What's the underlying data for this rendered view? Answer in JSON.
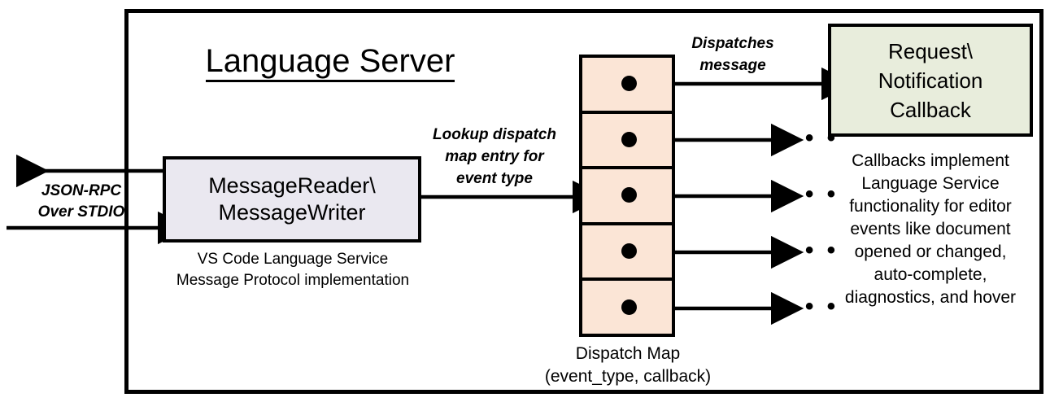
{
  "diagram": {
    "title": "Language Server",
    "boundary_name": "language-server-boundary"
  },
  "external_io": {
    "label_line1": "JSON-RPC",
    "label_line2": "Over STDIO",
    "outgoing_arrow": "arrow-left-out",
    "incoming_arrow": "arrow-right-in"
  },
  "message_io": {
    "line1": "MessageReader\\",
    "line2": "MessageWriter",
    "caption_line1": "VS Code Language Service",
    "caption_line2": "Message Protocol implementation",
    "fill_color": "#EAE8F0"
  },
  "lookup": {
    "line1": "Lookup dispatch",
    "line2": "map entry for",
    "line3": "event type"
  },
  "dispatch_map": {
    "caption_line1": "Dispatch Map",
    "caption_line2": "(event_type, callback)",
    "fill_color": "#FBE5D6",
    "rows": [
      {
        "id": "row-1",
        "has_dot": true,
        "target": "callback-box"
      },
      {
        "id": "row-2",
        "has_dot": true,
        "target": "ellipsis"
      },
      {
        "id": "row-3",
        "has_dot": true,
        "target": "ellipsis"
      },
      {
        "id": "row-4",
        "has_dot": true,
        "target": "ellipsis"
      },
      {
        "id": "row-5",
        "has_dot": true,
        "target": "ellipsis"
      }
    ],
    "ellipsis_glyph": "• • •"
  },
  "dispatch_message": {
    "line1": "Dispatches",
    "line2": "message"
  },
  "callback": {
    "line1": "Request\\",
    "line2": "Notification",
    "line3": "Callback",
    "fill_color": "#E8EDDC",
    "caption_line1": "Callbacks implement",
    "caption_line2": "Language Service",
    "caption_line3": "functionality for editor",
    "caption_line4": "events like document",
    "caption_line5": "opened or changed,",
    "caption_line6": "auto-complete,",
    "caption_line7": "diagnostics, and hover"
  }
}
